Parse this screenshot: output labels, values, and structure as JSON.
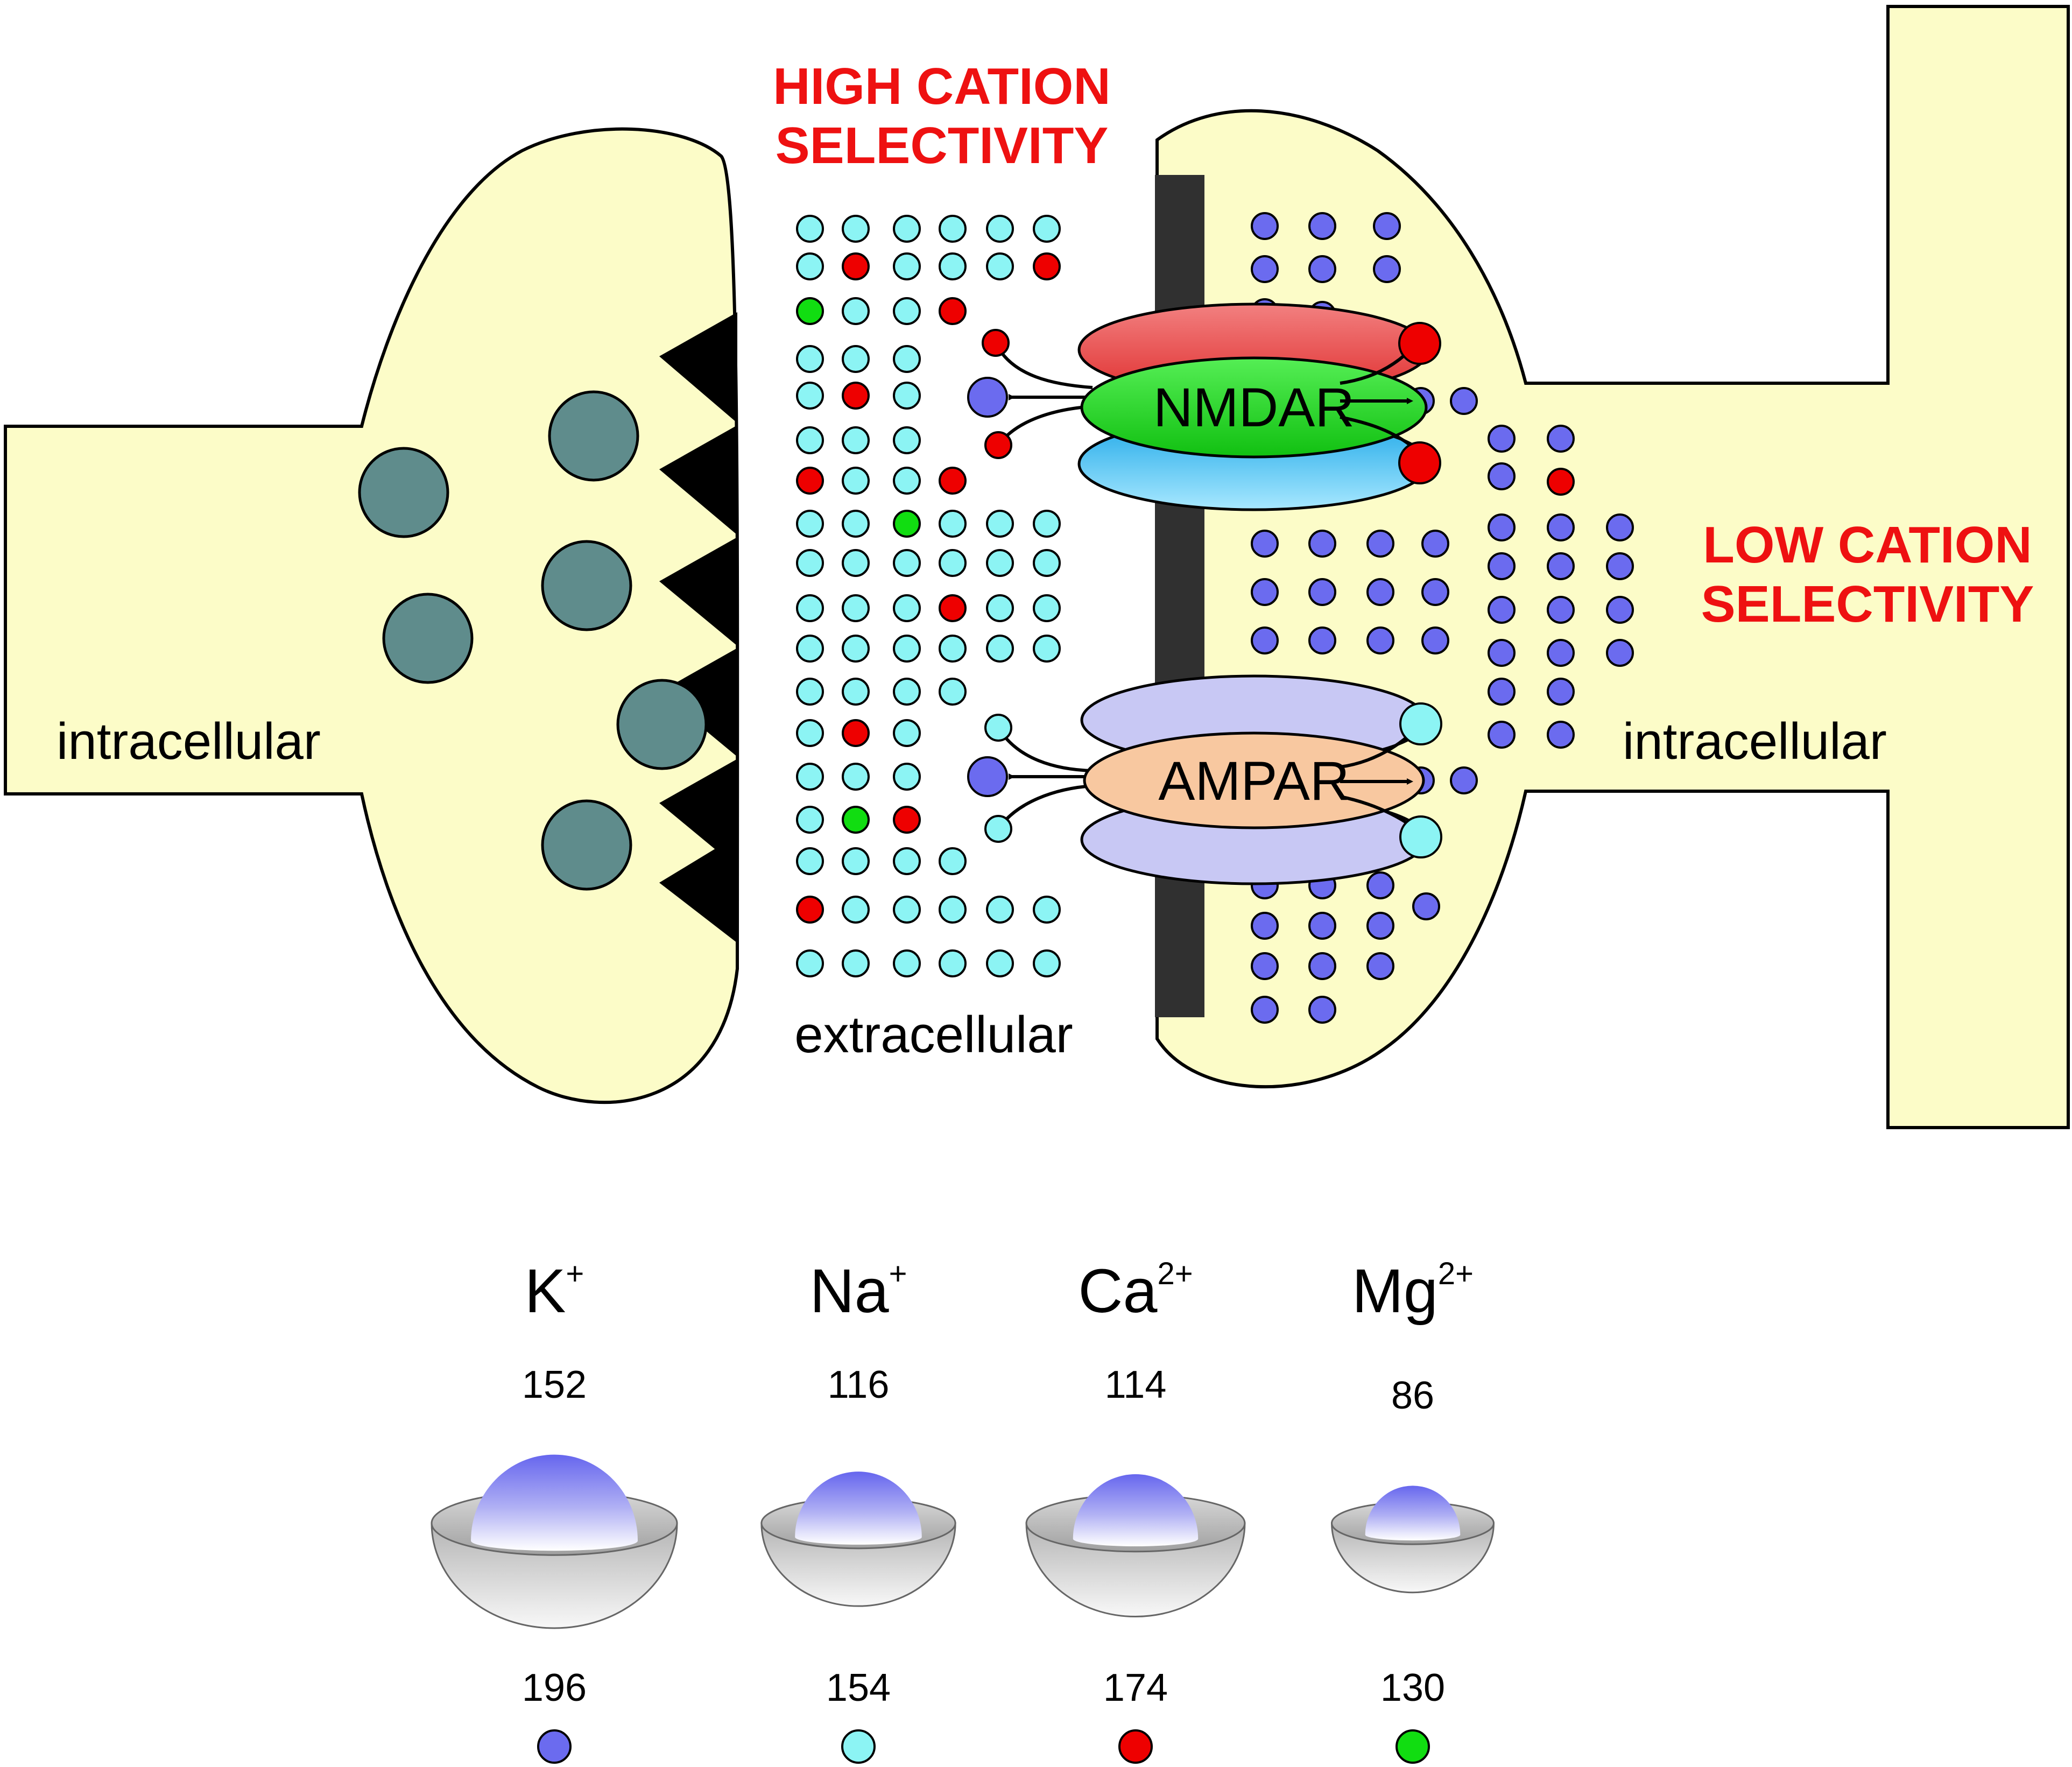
{
  "labels": {
    "high_selectivity": [
      "HIGH CATION",
      "SELECTIVITY"
    ],
    "low_selectivity": [
      "LOW CATION",
      "SELECTIVITY"
    ],
    "intracellular_left": "intracellular",
    "intracellular_right": "intracellular",
    "extracellular": "extracellular",
    "nmdar": "NMDAR",
    "ampar": "AMPAR"
  },
  "colors": {
    "cell_fill": "#fcfcc8",
    "vesicle": "#5f8c8c",
    "membrane_dark": "#303030",
    "k_ion": "#6b6bef",
    "na_ion": "#8cf4f4",
    "ca_ion": "#ee0000",
    "mg_ion": "#11dd11",
    "label_red": "#ee1111",
    "nmdar_green": "#22dd22",
    "nmdar_top": "#f06060",
    "nmdar_bottom": "#40c0f0",
    "ampar_body": "#f8c8a0",
    "ampar_lobes": "#c8c8f4"
  },
  "ions": [
    {
      "name": "K",
      "charge": "+",
      "value_top": "152",
      "value_bottom": "196",
      "color_key": "k_ion",
      "inner_scale": 1.0,
      "outer_scale": 1.0
    },
    {
      "name": "Na",
      "charge": "+",
      "value_top": "116",
      "value_bottom": "154",
      "color_key": "na_ion",
      "inner_scale": 0.76,
      "outer_scale": 0.79
    },
    {
      "name": "Ca",
      "charge": "2+",
      "value_top": "114",
      "value_bottom": "174",
      "color_key": "ca_ion",
      "inner_scale": 0.75,
      "outer_scale": 0.89
    },
    {
      "name": "Mg",
      "charge": "2+",
      "value_top": "86",
      "value_bottom": "130",
      "color_key": "mg_ion",
      "inner_scale": 0.57,
      "outer_scale": 0.66
    }
  ]
}
